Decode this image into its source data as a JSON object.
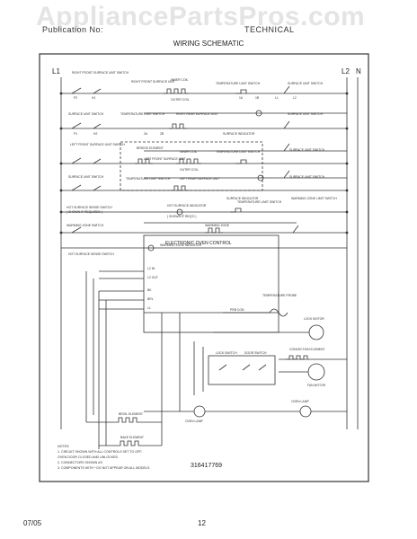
{
  "watermark": "AppliancePartsPros.com",
  "header": {
    "left": "Publication No:",
    "right": "TECHNICAL",
    "title": "WIRING SCHEMATIC"
  },
  "rails": {
    "left_label": "L1",
    "right_label_1": "L2",
    "right_label_2": "N"
  },
  "labels": {
    "rf_switch": "RIGHT FRONT SURFACE UNIT SWITCH",
    "rf_element": "RIGHT FRONT SURFACE UNIT",
    "inner_coil": "INNER COIL",
    "outer_coil": "OUTER COIL",
    "temp_limit_switch": "TEMPERATURE LIMIT SWITCH",
    "surface_unit_switch": "SURFACE UNIT SWITCH",
    "rr_element": "RIGHT REAR SURFACE UNIT",
    "surface_indicator": "SURFACE INDICATOR",
    "lf_switch": "LEFT FRONT SURFACE UNIT SWITCH",
    "bridge_element": "BRIDGE ELEMENT",
    "lf_element": "LEFT FRONT SURFACE UNIT",
    "lr_element": "LEFT REAR SURFACE UNIT",
    "hot_surface_sense": "HOT SURFACE SENSE SWITCH",
    "hot_surface_note": "( SHOWN IF REQUIRED )",
    "hot_surface_indicator": "HOT SURFACE INDICATOR",
    "hot_surface_indicator_note": "( SHOWN IF REQ'D )",
    "warming_zone_switch": "WARMING ZONE SWITCH",
    "warming_zone": "WARMING ZONE",
    "warming_zone_limit": "WARMING ZONE LIMIT SWITCH",
    "warming_zone_indicator": "WARMING ZONE INDICATOR",
    "control": "ELECTRONIC OVEN CONTROL",
    "control_pins": [
      "L2 IN",
      "L2 OUT",
      "BK",
      "BRL",
      "L1"
    ],
    "temp_probe": "TEMPERATURE PROBE",
    "probe_con": "PRB CON",
    "lock_motor": "LOCK MOTOR",
    "lock_switch": "LOCK SWITCH",
    "door_switch": "DOOR SWITCH",
    "convection_element": "CONVECTION ELEMENT",
    "fan_motor": "FAN MOTOR",
    "oven_lamp": "OVEN LAMP",
    "broil_element": "BROIL ELEMENT",
    "bake_element": "BAKE ELEMENT",
    "terminals": [
      "P2",
      "H1",
      "H2",
      "P1",
      "2A",
      "2B",
      "1A",
      "1B",
      "L1",
      "L2"
    ]
  },
  "notes": [
    "NOTES:",
    "1.  CIRCUIT SHOWN WITH ALL CONTROLS SET TO OFF,",
    "    OVEN DOOR CLOSED AND UNLOCKED.",
    "2.  CONNECTORS SHOWN AS",
    "3.  COMPONENTS WITH * DO NOT APPEAR ON ALL MODELS."
  ],
  "part_number": "316417769",
  "footer": {
    "date": "07/05",
    "page": "12"
  }
}
